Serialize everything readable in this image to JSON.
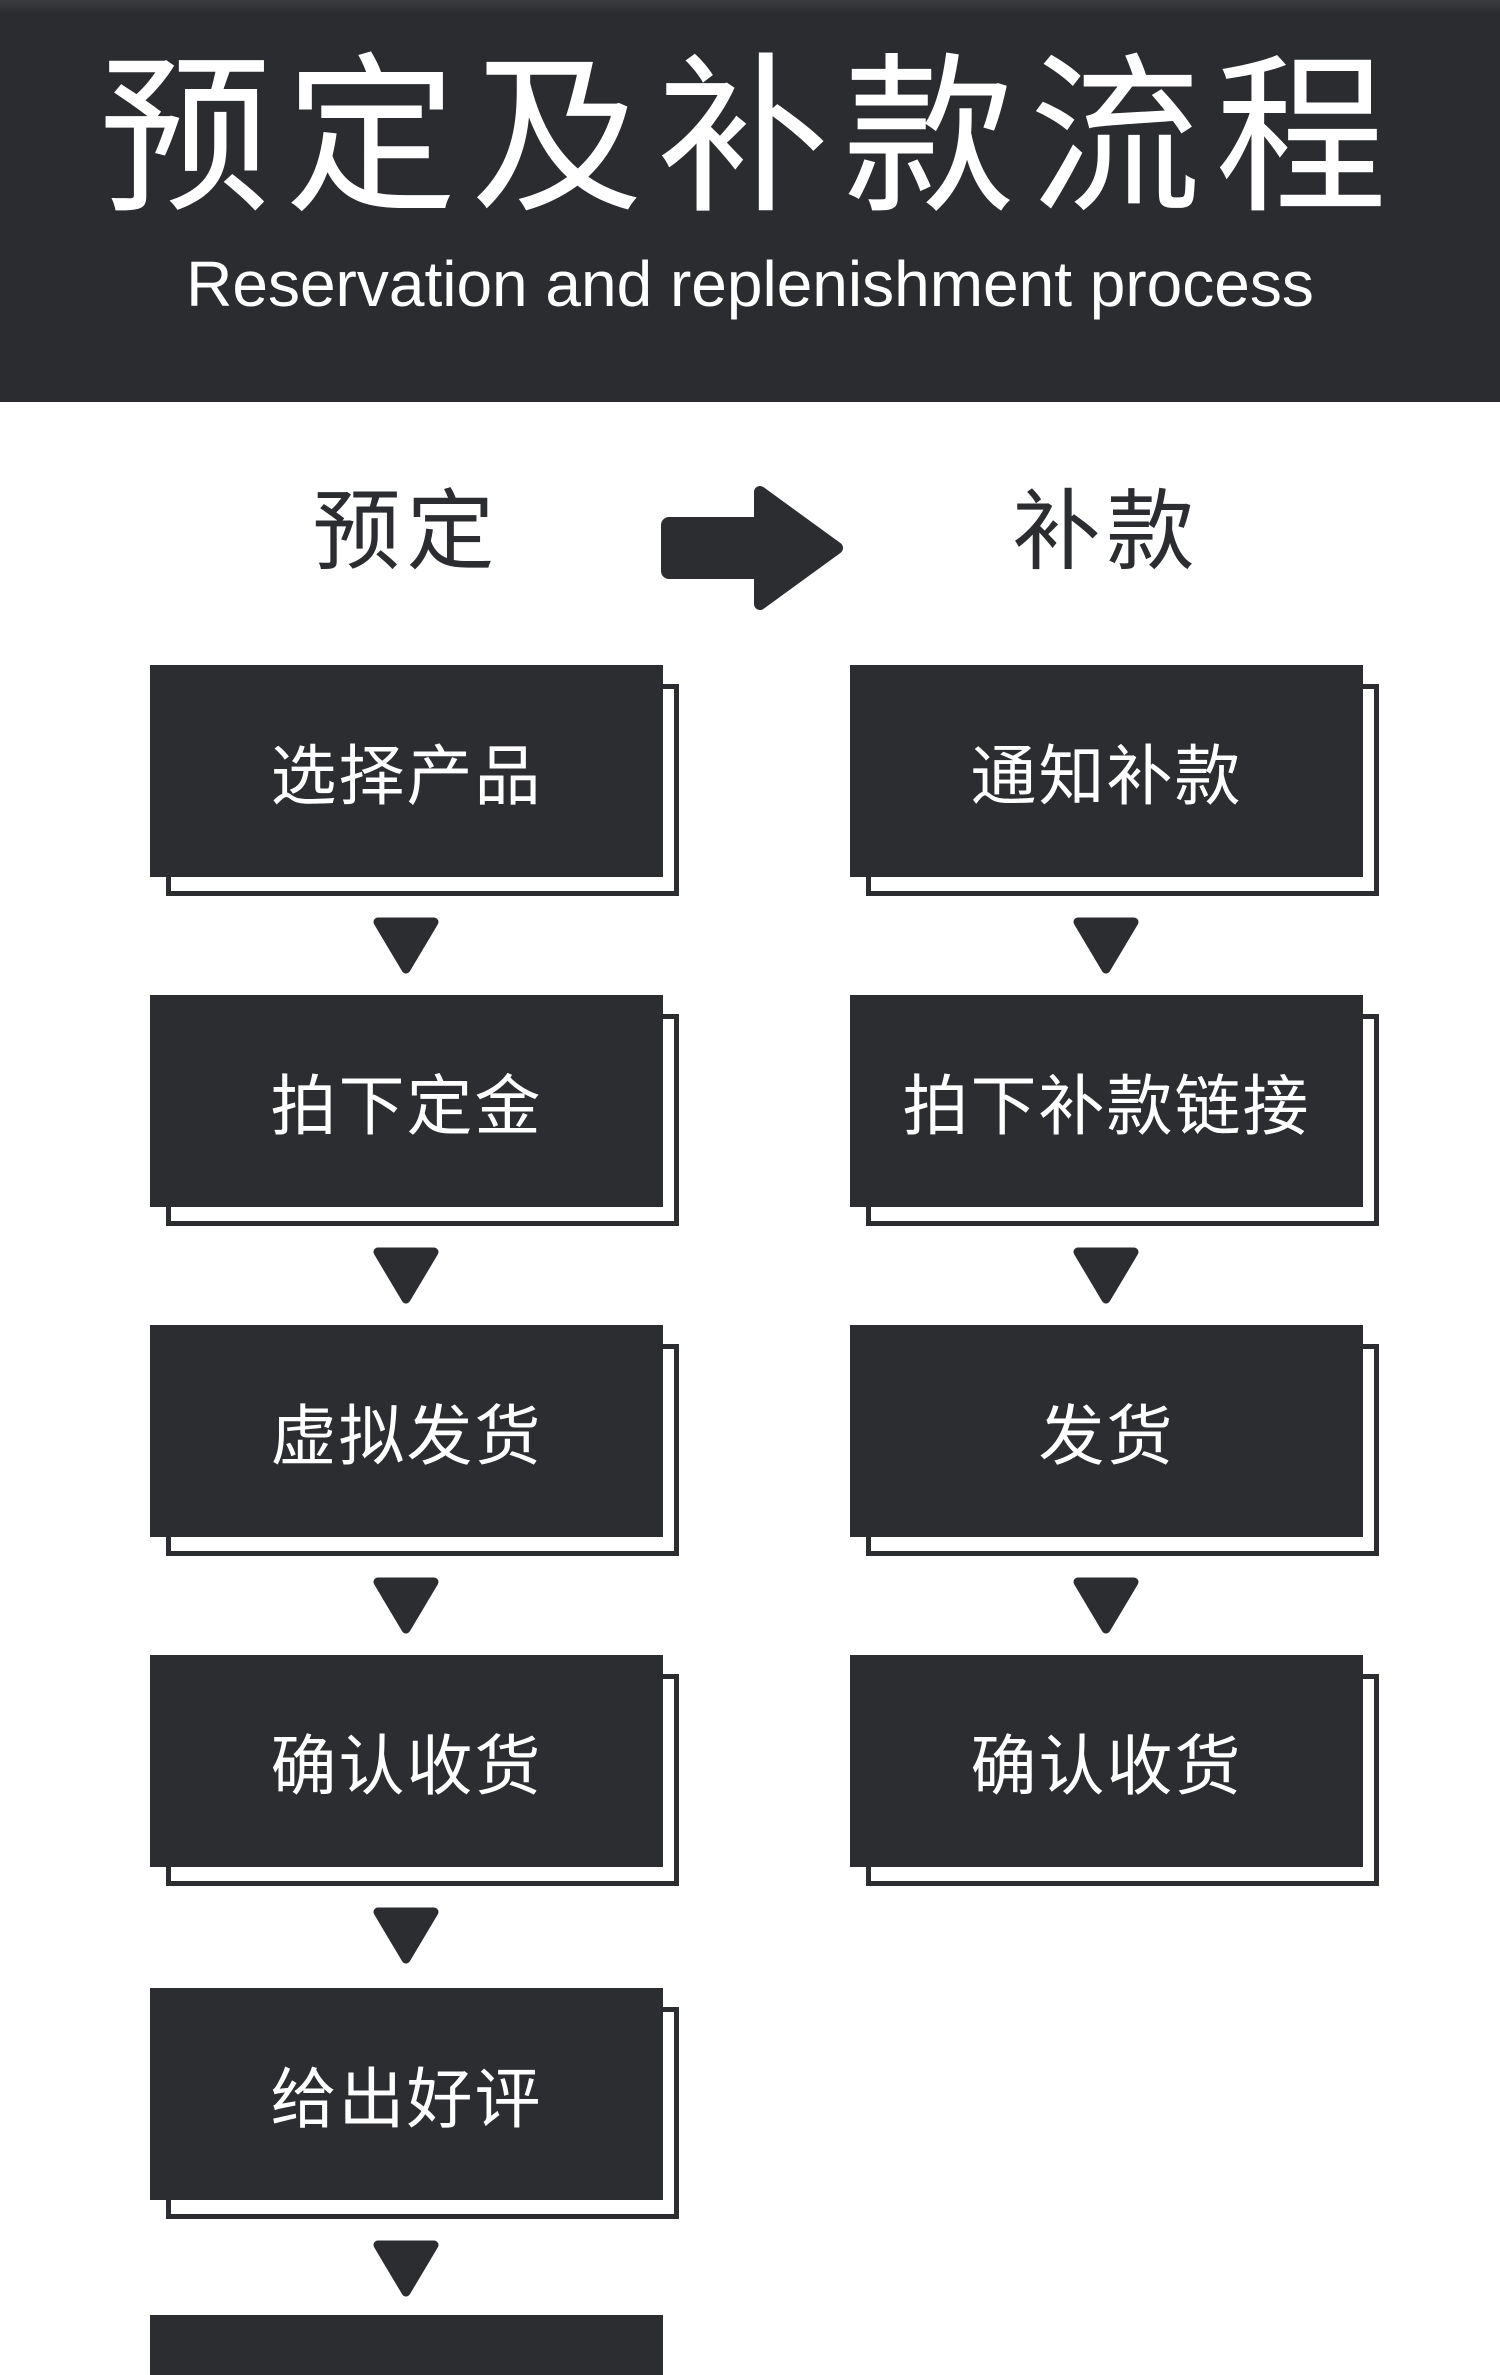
{
  "page": {
    "background": "#ffffff"
  },
  "header": {
    "title": "预定及补款流程",
    "subtitle": "Reservation and replenishment process",
    "background": "#2a2c2f",
    "text_color": "#ffffff"
  },
  "flow": {
    "accent_color": "#2b2d30",
    "arrow_icon": "right-arrow",
    "connector_icon": "down-triangle",
    "columns": [
      {
        "id": "reservation",
        "label": "预定",
        "steps": [
          "选择产品",
          "拍下定金",
          "虚拟发货",
          "确认收货",
          "给出好评"
        ],
        "continues_below": true
      },
      {
        "id": "replenishment",
        "label": "补款",
        "steps": [
          "通知补款",
          "拍下补款链接",
          "发货",
          "确认收货"
        ],
        "continues_below": false
      }
    ]
  }
}
